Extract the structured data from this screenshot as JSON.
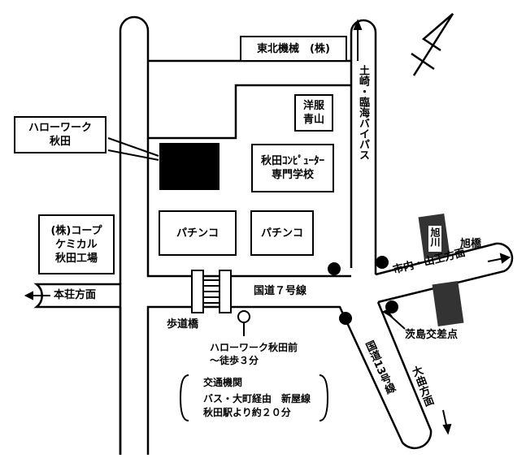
{
  "landmarks": {
    "tohoku_kikai": "東北機械　(株)",
    "yofuku_aoyama": "洋服\n青山",
    "akita_computer": "秋田ｺﾝﾋﾟｭｰﾀｰ\n専門学校",
    "pachinko_1": "パチンコ",
    "pachinko_2": "パチンコ",
    "coop_chemical": "(株)コープ\nケミカル\n秋田工場",
    "hellowork_callout": "ハローワーク\n秋田",
    "pedestrian_bridge": "歩道橋",
    "bus_stop": "ハローワーク秋田前\n〜徒歩３分",
    "river": "旭川",
    "bridge": "旭橋",
    "intersection": "茨島交差点"
  },
  "roads": {
    "route7": "国道７号線",
    "route13": "国道13号線",
    "honjo": "本荘方面",
    "bypass": "土崎・臨海バイパス",
    "city": "市内・山王方面",
    "omagari": "大曲方面"
  },
  "transport": {
    "title": "交通機関",
    "line1": "バス・大町経由　新屋線",
    "line2": "秋田駅より約２０分"
  }
}
